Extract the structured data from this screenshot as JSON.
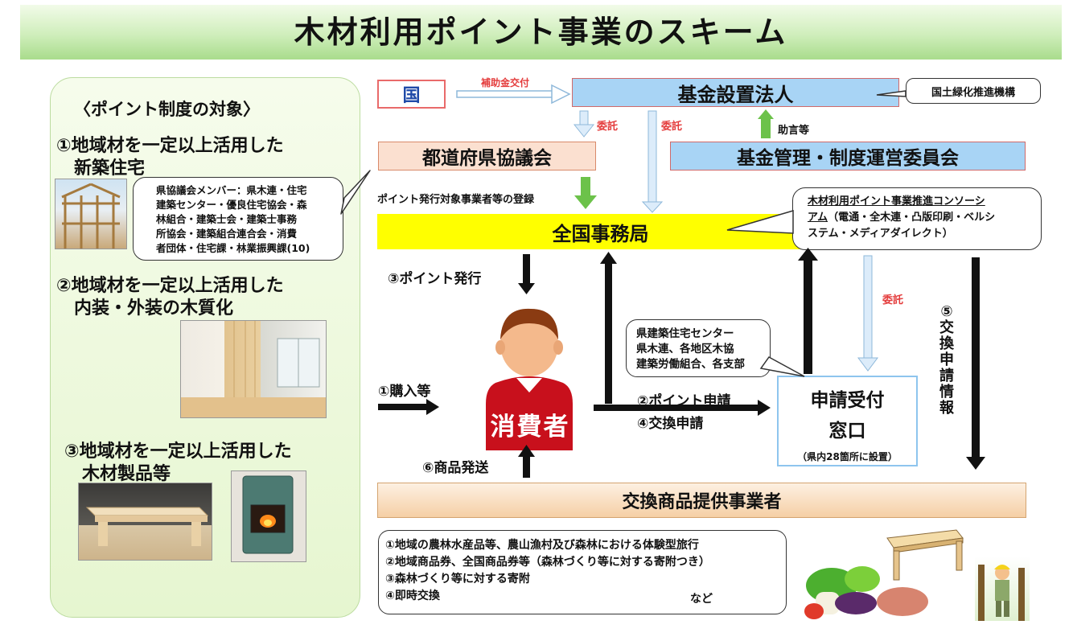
{
  "title": "木材利用ポイント事業のスキーム",
  "left_panel": {
    "heading": "〈ポイント制度の対象〉",
    "item1_line1": "①地域材を一定以上活用した",
    "item1_line2": "新築住宅",
    "item2_line1": "②地域材を一定以上活用した",
    "item2_line2": "内装・外装の木質化",
    "item3_line1": "③地域材を一定以上活用した",
    "item3_line2": "木材製品等"
  },
  "callout_council": {
    "line1": "県協議会メンバー：県木連・住宅",
    "line2": "建築センター・優良住宅協会・森",
    "line3": "林組合・建築士会・建築士事務",
    "line4": "所協会・建築組合連合会・消費",
    "line5": "者団体・住宅課・林業振興課(10)"
  },
  "boxes": {
    "kuni": "国",
    "kikin": "基金設置法人",
    "kikin_note": "国土緑化推進機構",
    "todofuken": "都道府県協議会",
    "iinkai": "基金管理・制度運営委員会",
    "jimukyoku": "全国事務局",
    "consumer": "消費者",
    "madoguchi_line1": "申請受付",
    "madoguchi_line2": "窓口",
    "madoguchi_note": "（県内28箇所に設置）",
    "provider": "交換商品提供事業者"
  },
  "consortium": {
    "line1": "木材利用ポイント事業推進コンソーシ",
    "line2_u": "アム",
    "line2_rest": "（電通・全木連・凸版印刷・ベルシ",
    "line3": "ステム・メディアダイレクト）"
  },
  "center_callout": {
    "line1": "県建築住宅センター",
    "line2": "県木連、各地区木協",
    "line3": "建築労働組合、各支部"
  },
  "flow_labels": {
    "hojokin": "補助金交付",
    "itaku1": "委託",
    "itaku2": "委託",
    "jogen": "助言等",
    "touroku": "ポイント発行対象事業者等の登録",
    "point_hakko": "③ポイント発行",
    "itaku3": "委託",
    "koukan_joho": "⑤交換申請情報",
    "kounyu": "①購入等",
    "point_shinsei": "②ポイント申請",
    "koukan_shinsei": "④交換申請",
    "shohin_hasso": "⑥商品発送"
  },
  "exchange_list": {
    "item1": "①地域の農林水産品等、農山漁村及び森林における体験型旅行",
    "item2": "②地域商品券、全国商品券等（森林づくり等に対する寄附つき）",
    "item3": "③森林づくり等に対する寄附",
    "item4": "④即時交換",
    "nado": "など"
  },
  "colors": {
    "blue_box": "#a8d4f5",
    "pink_box": "#fbe0d0",
    "yellow_bar": "#ffff00",
    "madoguchi_border": "#8ec5ee",
    "consumer_red": "#c8101c",
    "label_red": "#e43c3c"
  },
  "icons": [
    "person-icon",
    "wood-frame-photo",
    "interior-photo",
    "bench-photo",
    "stove-photo",
    "table-illustration",
    "vegetables-illustration",
    "forester-illustration"
  ]
}
